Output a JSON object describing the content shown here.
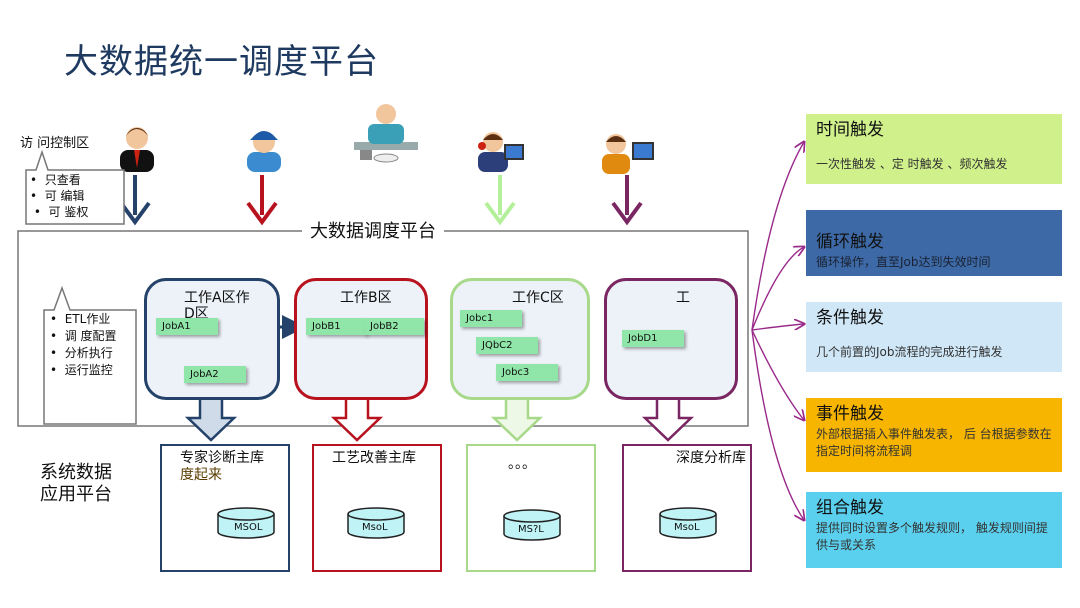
{
  "title": "大数据统一调度平台",
  "access": {
    "label": "访 问控制区",
    "items": [
      "只查看",
      "可 编辑",
      "可 鉴权"
    ]
  },
  "platform_label": "大数据调度平台",
  "etl": {
    "items": [
      "ETL作业",
      "调 度配置",
      "分析执行",
      "运行监控"
    ]
  },
  "zones": [
    {
      "title": "工作A区作D区",
      "jobs": [
        "JobA1",
        "JobA2"
      ],
      "color": "#24426a"
    },
    {
      "title": "工作B区",
      "jobs": [
        "JobB1",
        "JobB2"
      ],
      "color": "#b8121f"
    },
    {
      "title": "工作C区",
      "jobs": [
        "Jobc1",
        "JQbC2",
        "Jobc3"
      ],
      "color": "#a8d98a"
    },
    {
      "title": "工",
      "jobs": [
        "JobD1"
      ],
      "color": "#7a2662"
    }
  ],
  "system": {
    "label_line1": "系统数据",
    "label_line2": "应用平台"
  },
  "databases": [
    {
      "title": "专家诊断主库",
      "subtitle": "度起来",
      "cyl": "MSOL",
      "color": "#24426a"
    },
    {
      "title": "工艺改善主库",
      "subtitle": "",
      "cyl": "MsoL",
      "color": "#b8121f"
    },
    {
      "title": "。。。",
      "subtitle": "",
      "cyl": "MS?L",
      "color": "#a8d98a"
    },
    {
      "title": "深度分析库",
      "subtitle": "",
      "cyl": "MsoL",
      "color": "#7a2662"
    }
  ],
  "triggers": [
    {
      "title": "时间触发",
      "desc": "一次性触发 、定 时触发 、频次触发",
      "bg": "#cff08a"
    },
    {
      "title": "循环触发",
      "desc": "循环操作，直至Job达到失效时间",
      "bg": "#3d6aa6"
    },
    {
      "title": "条件触发",
      "desc": "几个前置的Job流程的完成进行触发",
      "bg": "#cfe7f7"
    },
    {
      "title": "事件触发",
      "desc": "外部根据插入事件触发表， 后 台根据参数在指定时间将流程调",
      "bg": "#f7b500"
    },
    {
      "title": "组合触发",
      "desc": "提供同时设置多个触发规则， 触发规则间提供与或关系",
      "bg": "#5ad0ee"
    }
  ],
  "colors": {
    "arrow_navy": "#24426a",
    "arrow_red": "#b8121f",
    "arrow_green": "#b4ef9a",
    "arrow_purple": "#7a2662",
    "connector": "#9a2a8a",
    "job_green": "#8fe6a8"
  },
  "icons": [
    "person-businessman-icon",
    "person-worker-icon",
    "person-thinking-icon",
    "person-phone-icon",
    "person-computer-icon"
  ]
}
